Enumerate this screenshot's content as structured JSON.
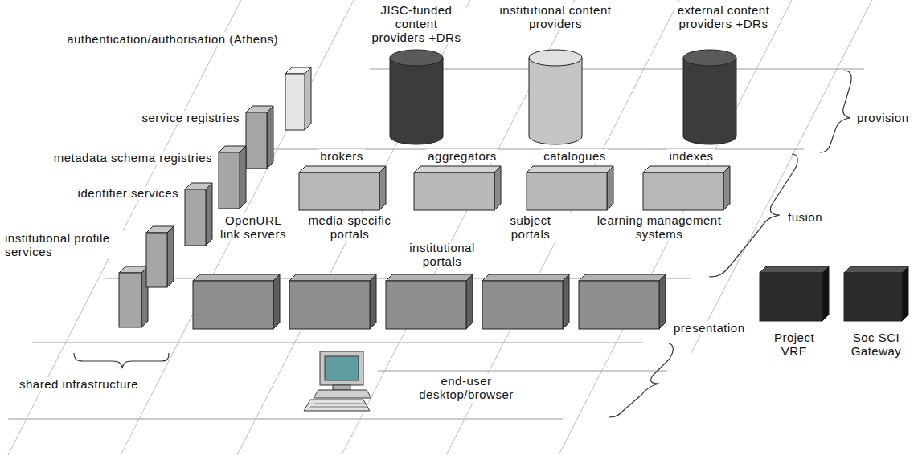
{
  "diagram": {
    "nodes": [
      {
        "text": [
          "authentication/authorisation (Athens)"
        ]
      },
      {
        "text": [
          "JISC-funded content providers +DRs"
        ]
      },
      {
        "text": [
          "institutional content providers"
        ]
      },
      {
        "text": [
          "external content providers +DRs"
        ]
      },
      {
        "text": [
          "service registries"
        ]
      },
      {
        "text": [
          "brokers"
        ]
      },
      {
        "text": [
          "aggregators"
        ]
      },
      {
        "text": [
          "catalogues"
        ]
      },
      {
        "text": [
          "indexes"
        ]
      },
      {
        "text": [
          "metadata schema registries"
        ]
      },
      {
        "text": [
          "identifier services"
        ]
      },
      {
        "text": [
          "OpenURL link servers"
        ]
      },
      {
        "text": [
          "media-specific portals"
        ]
      },
      {
        "text": [
          "institutional portals"
        ]
      },
      {
        "text": [
          "subject portals"
        ]
      },
      {
        "text": [
          "learning management systems"
        ]
      },
      {
        "text": [
          "institutional profile services"
        ]
      },
      {
        "text": [
          "Project VRE"
        ]
      },
      {
        "text": [
          "Soc SCI Gateway"
        ]
      }
    ],
    "labels": [
      "provision",
      "fusion",
      "presentation",
      "shared infrastructure",
      "end-user desktop/browser"
    ]
  }
}
